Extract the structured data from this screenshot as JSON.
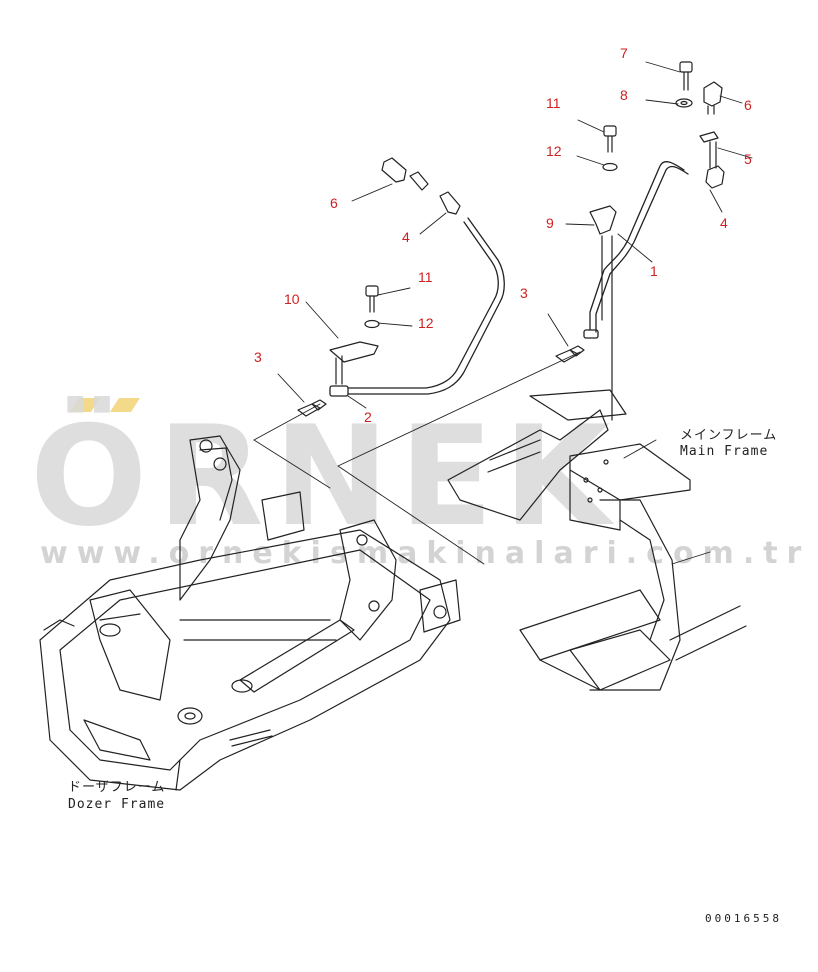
{
  "callouts": [
    {
      "id": "c7",
      "text": "7"
    },
    {
      "id": "c8",
      "text": "8"
    },
    {
      "id": "c6r",
      "text": "6"
    },
    {
      "id": "c11r",
      "text": "11"
    },
    {
      "id": "c12r",
      "text": "12"
    },
    {
      "id": "c5",
      "text": "5"
    },
    {
      "id": "c9",
      "text": "9"
    },
    {
      "id": "c4r",
      "text": "4"
    },
    {
      "id": "c1",
      "text": "1"
    },
    {
      "id": "c6l",
      "text": "6"
    },
    {
      "id": "c4l",
      "text": "4"
    },
    {
      "id": "c11l",
      "text": "11"
    },
    {
      "id": "c10",
      "text": "10"
    },
    {
      "id": "c12l",
      "text": "12"
    },
    {
      "id": "c3r",
      "text": "3"
    },
    {
      "id": "c3l",
      "text": "3"
    },
    {
      "id": "c2",
      "text": "2"
    }
  ],
  "labels": {
    "main_frame_jp": "メインフレーム",
    "main_frame_en": "Main Frame",
    "dozer_frame_jp": "ドーザフレーム",
    "dozer_frame_en": "Dozer Frame"
  },
  "watermark": {
    "brand": "ÖRNEK",
    "url": "www.ornekismakinalari.com.tr",
    "text_color": "#d9d9d9",
    "accent_color": "#f3d98a"
  },
  "document_id": "00016558",
  "colors": {
    "callout": "#cc2222",
    "line": "#222222"
  }
}
